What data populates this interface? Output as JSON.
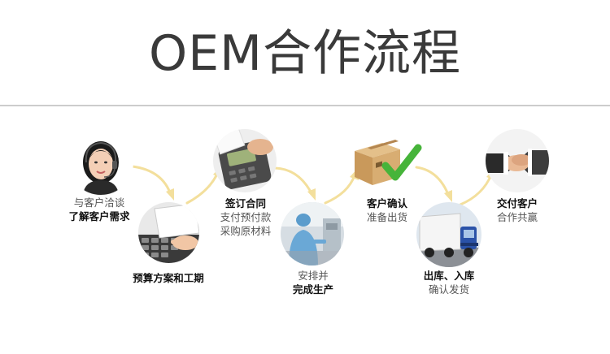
{
  "title": "OEM合作流程",
  "colors": {
    "arrow": "#f3df9c",
    "title": "#3a3a3a",
    "rule": "#cccccc",
    "check": "#46b43a"
  },
  "steps": [
    {
      "icon": "customer-service-icon",
      "line1": "与客户洽谈",
      "line2": "了解客户需求"
    },
    {
      "icon": "calculator-icon",
      "line1": "预算方案和工期"
    },
    {
      "icon": "card-payment-icon",
      "line1": "签订合同",
      "line2": "支付预付款",
      "line3": "采购原材料"
    },
    {
      "icon": "factory-worker-icon",
      "line1": "安排并",
      "line2": "完成生产"
    },
    {
      "icon": "package-check-icon",
      "line1": "客户确认",
      "line2": "准备出货"
    },
    {
      "icon": "delivery-truck-icon",
      "line1": "出库、入库",
      "line2": "确认发货"
    },
    {
      "icon": "handshake-icon",
      "line1": "交付客户",
      "line2": "合作共赢"
    }
  ]
}
